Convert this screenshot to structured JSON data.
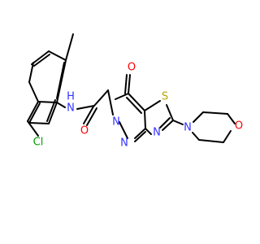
{
  "colors": {
    "bond": "#000000",
    "background": "#ffffff",
    "C": "#000000",
    "N": "#3333ff",
    "O": "#ff0000",
    "S": "#b8a600",
    "Cl": "#00a000",
    "H": "#3333ff"
  },
  "labels": {
    "cl": "Cl",
    "nh_n": "N",
    "nh_h": "H",
    "o_amide": "O",
    "n_ring1": "N",
    "n_ring2": "N",
    "n_ring3": "N",
    "o_keto": "O",
    "s_thiazole": "S",
    "n_morpholine": "N",
    "o_morpholine": "O"
  }
}
